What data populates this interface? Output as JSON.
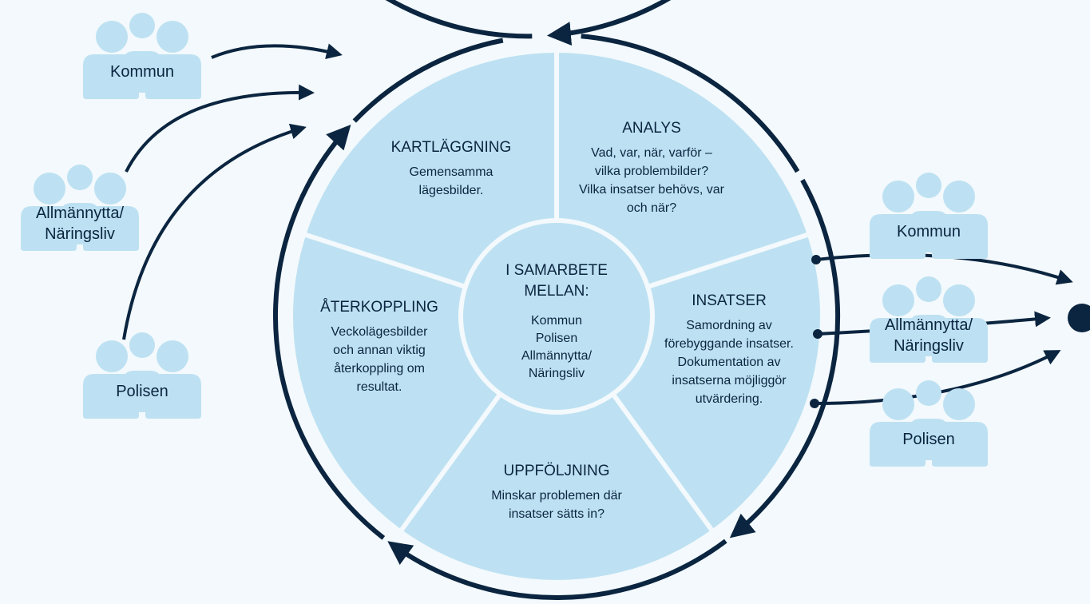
{
  "colors": {
    "background": "#f3f9fc",
    "segment": "#bde1f2",
    "center": "#bde1f2",
    "divider": "#f3f9fc",
    "ring": "#0b2540",
    "people": "#bde1f2",
    "text": "#0b2540"
  },
  "center": {
    "title_lines": [
      "I SAMARBETE",
      "MELLAN:"
    ],
    "lines": [
      "Kommun",
      "Polisen",
      "Allmännytta/",
      "Näringsliv"
    ]
  },
  "segments": [
    {
      "id": "kartlaggning",
      "title": "KARTLÄGGNING",
      "lines": [
        "Gemensamma",
        "lägesbilder."
      ]
    },
    {
      "id": "analys",
      "title": "ANALYS",
      "lines": [
        "Vad, var, när, varför –",
        "vilka problembilder?",
        "Vilka insatser behövs, var",
        "och när?"
      ]
    },
    {
      "id": "insatser",
      "title": "INSATSER",
      "lines": [
        "Samordning av",
        "förebyggande insatser.",
        "Dokumentation av",
        "insatserna möjliggör",
        "utvärdering."
      ]
    },
    {
      "id": "uppfoljning",
      "title": "UPPFÖLJNING",
      "lines": [
        "Minskar problemen där",
        "insatser sätts in?"
      ]
    },
    {
      "id": "aterkoppling",
      "title": "ÅTERKOPPLING",
      "lines": [
        "Veckolägesbilder",
        "och annan viktig",
        "återkoppling om",
        "resultat."
      ]
    }
  ],
  "left_groups": [
    {
      "id": "kommun",
      "label_lines": [
        "Kommun"
      ]
    },
    {
      "id": "allmannytta",
      "label_lines": [
        "Allmännytta/",
        "Näringsliv"
      ]
    },
    {
      "id": "polisen",
      "label_lines": [
        "Polisen"
      ]
    }
  ],
  "right_groups": [
    {
      "id": "kommun",
      "label_lines": [
        "Kommun"
      ]
    },
    {
      "id": "allmannytta",
      "label_lines": [
        "Allmännytta/",
        "Näringsliv"
      ]
    },
    {
      "id": "polisen",
      "label_lines": [
        "Polisen"
      ]
    }
  ],
  "icons": {
    "people_group": "people-group-icon",
    "arrow": "arrow-icon",
    "outcome": "outcome-dot-icon"
  }
}
